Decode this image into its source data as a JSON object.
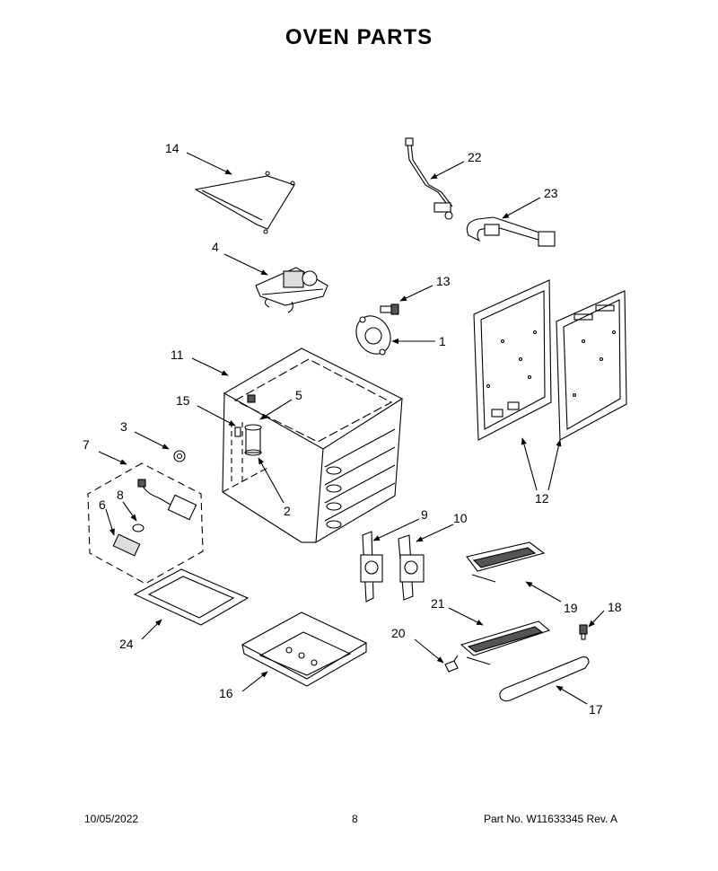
{
  "title": {
    "word1": "OVEN",
    "word2": "PARTS"
  },
  "footer": {
    "date": "10/05/2022",
    "page": "8",
    "part_label": "Part No.",
    "part_number": "W11633345",
    "rev_label": "Rev.",
    "rev": "A"
  },
  "callouts": {
    "c1": "1",
    "c2": "2",
    "c3": "3",
    "c4": "4",
    "c5": "5",
    "c6": "6",
    "c7": "7",
    "c8": "8",
    "c9": "9",
    "c10": "10",
    "c11": "11",
    "c12": "12",
    "c13": "13",
    "c14": "14",
    "c15": "15",
    "c16": "16",
    "c17": "17",
    "c18": "18",
    "c19": "19",
    "c20": "20",
    "c21": "21",
    "c22": "22",
    "c23": "23",
    "c24": "24"
  }
}
